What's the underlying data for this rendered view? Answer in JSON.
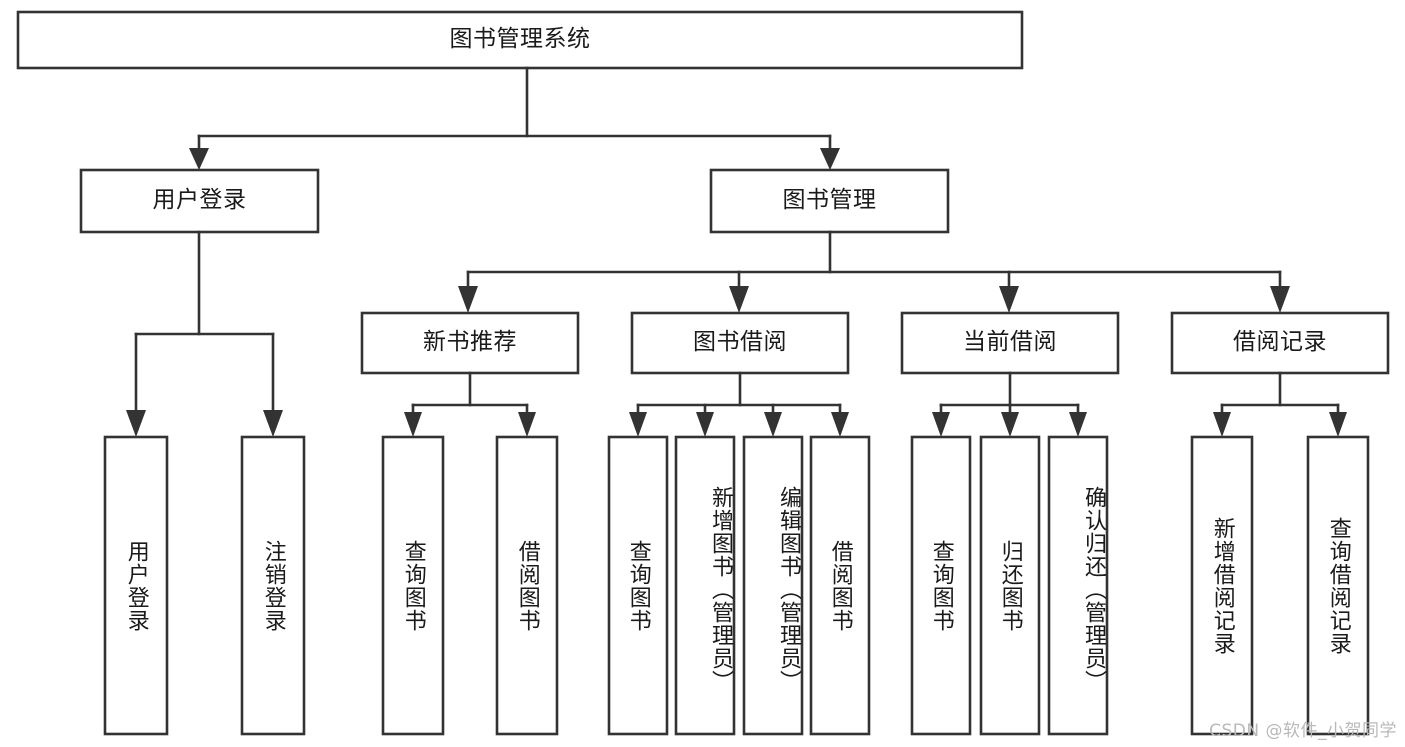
{
  "diagram": {
    "type": "tree",
    "title": "图书管理系统",
    "watermark": "CSDN @软件_小贺同学",
    "colors": {
      "box_stroke": "#333333",
      "box_fill": "#ffffff",
      "text": "#1a1a1a",
      "watermark": "#b9b9b9",
      "background": "#ffffff"
    },
    "levels": {
      "root": "图书管理系统",
      "level2": [
        "用户登录",
        "图书管理"
      ],
      "level3": [
        "新书推荐",
        "图书借阅",
        "当前借阅",
        "借阅记录"
      ]
    },
    "nodes": {
      "root": {
        "label": "图书管理系统",
        "orientation": "horizontal"
      },
      "user_login": {
        "label": "用户登录",
        "orientation": "horizontal"
      },
      "book_manage": {
        "label": "图书管理",
        "orientation": "horizontal"
      },
      "new_book_rec": {
        "label": "新书推荐",
        "orientation": "horizontal"
      },
      "book_borrow": {
        "label": "图书借阅",
        "orientation": "horizontal"
      },
      "current_borrow": {
        "label": "当前借阅",
        "orientation": "horizontal"
      },
      "borrow_record": {
        "label": "借阅记录",
        "orientation": "horizontal"
      },
      "leaf_user_login": {
        "label": "用户登录",
        "orientation": "vertical"
      },
      "leaf_logout": {
        "label": "注销登录",
        "orientation": "vertical"
      },
      "leaf_query_book_1": {
        "label": "查询图书",
        "orientation": "vertical"
      },
      "leaf_borrow_book_1": {
        "label": "借阅图书",
        "orientation": "vertical"
      },
      "leaf_query_book_2": {
        "label": "查询图书",
        "orientation": "vertical"
      },
      "leaf_add_book": {
        "label": "新增图书（管理员）",
        "orientation": "vertical"
      },
      "leaf_edit_book": {
        "label": "编辑图书（管理员）",
        "orientation": "vertical"
      },
      "leaf_borrow_book_2": {
        "label": "借阅图书",
        "orientation": "vertical"
      },
      "leaf_query_book_3": {
        "label": "查询图书",
        "orientation": "vertical"
      },
      "leaf_return_book": {
        "label": "归还图书",
        "orientation": "vertical"
      },
      "leaf_confirm_return": {
        "label": "确认归还（管理员）",
        "orientation": "vertical"
      },
      "leaf_add_record": {
        "label": "新增借阅记录",
        "orientation": "vertical"
      },
      "leaf_query_record": {
        "label": "查询借阅记录",
        "orientation": "vertical"
      }
    },
    "edges": [
      {
        "from": "root",
        "to": "user_login"
      },
      {
        "from": "root",
        "to": "book_manage"
      },
      {
        "from": "user_login",
        "to": "leaf_user_login"
      },
      {
        "from": "user_login",
        "to": "leaf_logout"
      },
      {
        "from": "book_manage",
        "to": "new_book_rec"
      },
      {
        "from": "book_manage",
        "to": "book_borrow"
      },
      {
        "from": "book_manage",
        "to": "current_borrow"
      },
      {
        "from": "book_manage",
        "to": "borrow_record"
      },
      {
        "from": "new_book_rec",
        "to": "leaf_query_book_1"
      },
      {
        "from": "new_book_rec",
        "to": "leaf_borrow_book_1"
      },
      {
        "from": "book_borrow",
        "to": "leaf_query_book_2"
      },
      {
        "from": "book_borrow",
        "to": "leaf_add_book"
      },
      {
        "from": "book_borrow",
        "to": "leaf_edit_book"
      },
      {
        "from": "book_borrow",
        "to": "leaf_borrow_book_2"
      },
      {
        "from": "current_borrow",
        "to": "leaf_query_book_3"
      },
      {
        "from": "current_borrow",
        "to": "leaf_return_book"
      },
      {
        "from": "current_borrow",
        "to": "leaf_confirm_return"
      },
      {
        "from": "borrow_record",
        "to": "leaf_add_record"
      },
      {
        "from": "borrow_record",
        "to": "leaf_query_record"
      }
    ]
  }
}
